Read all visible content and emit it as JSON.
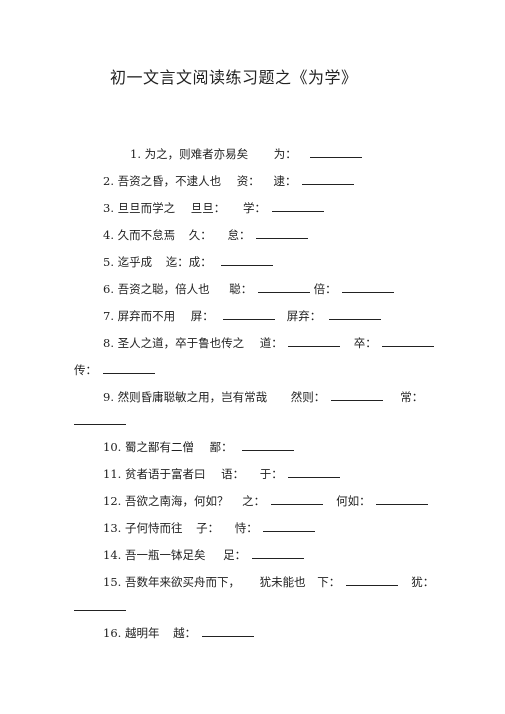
{
  "title": "初一文言文阅读练习题之《为学》",
  "q": {
    "q1": {
      "num": "1.",
      "text": "为之，则难者亦易矣",
      "l1": "为："
    },
    "q2": {
      "num": "2.",
      "text": "吾资之昏，不逮人也",
      "l1": "资：",
      "l2": "逮："
    },
    "q3": {
      "num": "3.",
      "text": "旦旦而学之",
      "l1": "旦旦：",
      "l2": "学："
    },
    "q4": {
      "num": "4.",
      "text": "久而不怠焉",
      "l1": "久：",
      "l2": "怠："
    },
    "q5": {
      "num": "5.",
      "text": "迄乎成",
      "l1": "迄：成："
    },
    "q6": {
      "num": "6.",
      "text": "吾资之聪，倍人也",
      "l1": "聪：",
      "l2": "倍："
    },
    "q7": {
      "num": "7.",
      "text": "屏弃而不用",
      "l1": "屏：",
      "l2": "屏弃："
    },
    "q8": {
      "num": "8.",
      "text": "圣人之道，卒于鲁也传之",
      "l1": "道：",
      "l2": "卒：",
      "l3": "传："
    },
    "q9": {
      "num": "9.",
      "text": "然则昏庸聪敏之用，岂有常哉",
      "l1": "然则：",
      "l2": "常："
    },
    "q10": {
      "num": "10.",
      "text": "蜀之鄙有二僧",
      "l1": "鄙："
    },
    "q11": {
      "num": "11.",
      "text": "贫者语于富者曰",
      "l1": "语：",
      "l2": "于："
    },
    "q12": {
      "num": "12.",
      "text": "吾欲之南海，何如？",
      "l1": "之：",
      "l2": "何如："
    },
    "q13": {
      "num": "13.",
      "text": "子何恃而往",
      "l1": "子：",
      "l2": "恃："
    },
    "q14": {
      "num": "14.",
      "text": "吾一瓶一钵足矣",
      "l1": "足："
    },
    "q15": {
      "num": "15.",
      "text": "吾数年来欲买舟而下，",
      "text2": "犹未能也",
      "l1": "下：",
      "l2": "犹："
    },
    "q16": {
      "num": "16.",
      "text": "越明年",
      "l1": "越："
    }
  }
}
